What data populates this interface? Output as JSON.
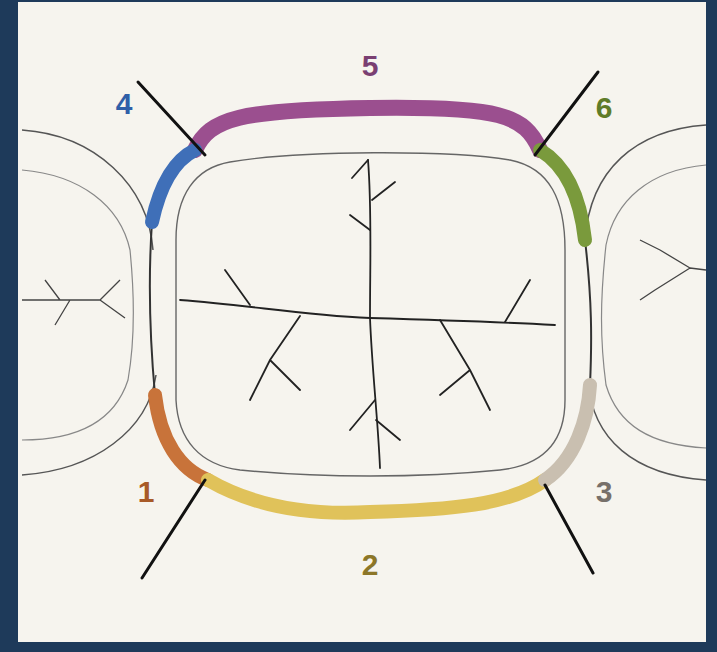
{
  "diagram": {
    "labels": [
      "5",
      "4",
      "6",
      "1",
      "3",
      "2"
    ]
  }
}
